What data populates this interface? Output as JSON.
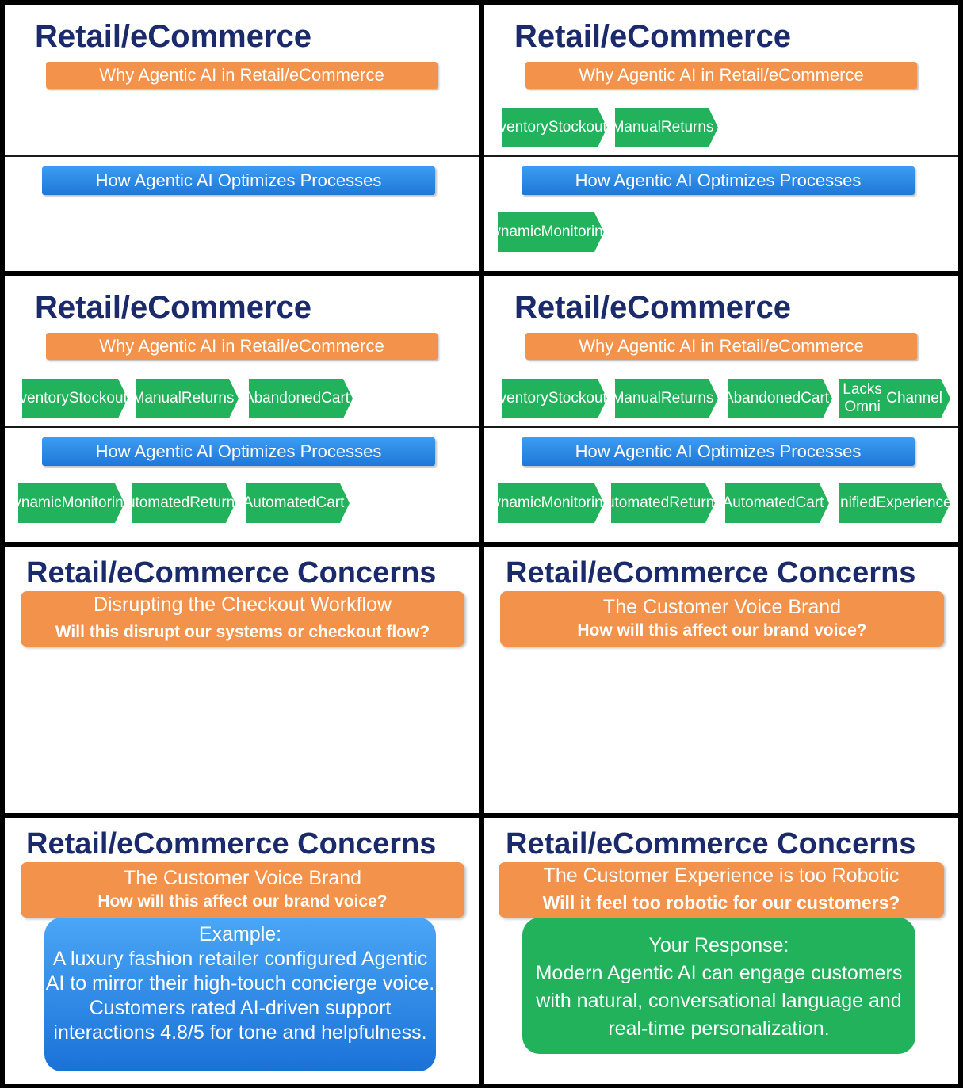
{
  "slides": {
    "s1": {
      "title": "Retail/eCommerce",
      "why": "Why Agentic AI in Retail/eCommerce",
      "how": "How Agentic AI Optimizes Processes"
    },
    "s2": {
      "title": "Retail/eCommerce",
      "why": "Why Agentic AI in Retail/eCommerce",
      "how": "How Agentic AI Optimizes Processes",
      "problems": [
        [
          "Inventory",
          "Stockouts"
        ],
        [
          "Manual",
          "Returns"
        ]
      ],
      "solutions": [
        [
          "Dynamic",
          "Monitoring"
        ]
      ]
    },
    "s3": {
      "title": "Retail/eCommerce",
      "why": "Why Agentic AI in Retail/eCommerce",
      "how": "How Agentic AI Optimizes Processes",
      "problems": [
        [
          "Inventory",
          "Stockouts"
        ],
        [
          "Manual",
          "Returns"
        ],
        [
          "Abandoned",
          "Cart"
        ]
      ],
      "solutions": [
        [
          "Dynamic",
          "Monitoring"
        ],
        [
          "Automated",
          "Returns"
        ],
        [
          "Automated",
          "Cart"
        ]
      ]
    },
    "s4": {
      "title": "Retail/eCommerce",
      "why": "Why Agentic AI in Retail/eCommerce",
      "how": "How Agentic AI Optimizes Processes",
      "problems": [
        [
          "Inventory",
          "Stockouts"
        ],
        [
          "Manual",
          "Returns"
        ],
        [
          "Abandoned",
          "Cart"
        ],
        [
          "Lacks Omni",
          "Channel"
        ]
      ],
      "solutions": [
        [
          "Dynamic",
          "Monitoring"
        ],
        [
          "Automated",
          "Returns"
        ],
        [
          "Automated",
          "Cart"
        ],
        [
          "Unified",
          "Experience"
        ]
      ]
    },
    "s5": {
      "title": "Retail/eCommerce Concerns",
      "concern": "Disrupting the Checkout Workflow",
      "question": "Will this disrupt our systems or checkout flow?"
    },
    "s6": {
      "title": "Retail/eCommerce Concerns",
      "concern": "The Customer Voice Brand",
      "question": "How will this affect our brand voice?"
    },
    "s7": {
      "title": "Retail/eCommerce Concerns",
      "concern": "The Customer Voice Brand",
      "question": "How will this affect our brand voice?",
      "response": "Example:\nA luxury fashion retailer configured Agentic AI to mirror their high-touch concierge voice. Customers rated AI-driven support interactions 4.8/5 for tone and helpfulness."
    },
    "s8": {
      "title": "Retail/eCommerce Concerns",
      "concern": "The Customer Experience is too Robotic",
      "question": "Will it feel too robotic for our customers?",
      "response": "Your Response:\nModern Agentic AI can engage customers with natural, conversational language and real-time personalization."
    }
  },
  "colors": {
    "title": "#1a2a6b",
    "orange": "#f3924a",
    "blue": "#1e78d8",
    "green": "#22b25b"
  }
}
